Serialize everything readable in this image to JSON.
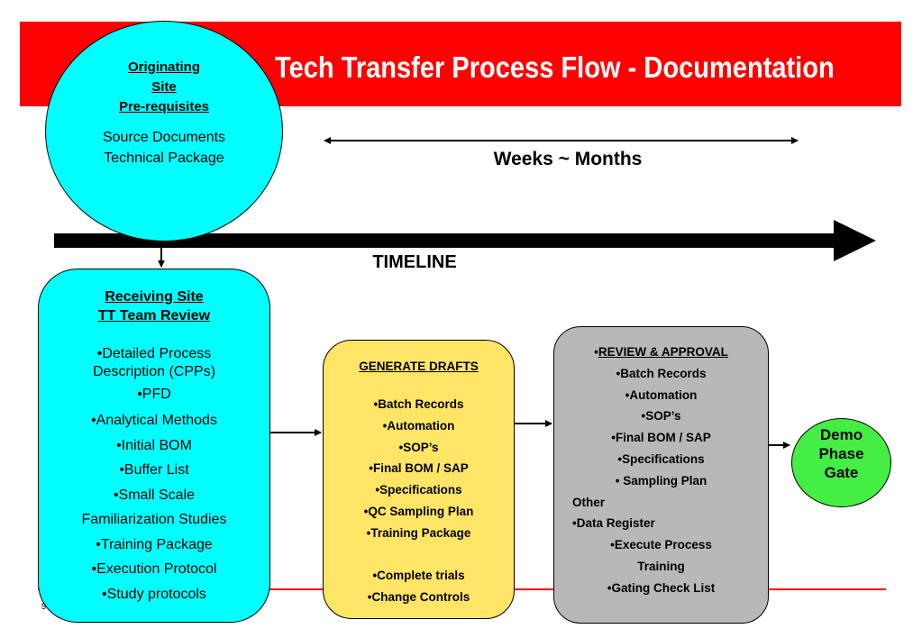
{
  "title": "Tech Transfer Process Flow - Documentation",
  "colors": {
    "banner": "#ff0000",
    "origin_circle": "#00ffff",
    "receiving_box": "#00ffff",
    "drafts_box": "#ffe566",
    "review_box": "#b8b8b8",
    "demo_circle": "#44ee44"
  },
  "origin": {
    "heading": [
      "Originating",
      "Site",
      "Pre-requisites"
    ],
    "items": [
      "Source Documents",
      "Technical Package"
    ]
  },
  "duration_label": "Weeks ~ Months",
  "timeline_label": "TIMELINE",
  "receiving": {
    "heading": [
      "Receiving Site",
      "TT Team Review"
    ],
    "items": [
      "•Detailed Process",
      "Description (CPPs)",
      "•PFD",
      "•Analytical Methods",
      "•Initial BOM",
      "•Buffer List",
      "•Small Scale",
      "Familiarization Studies",
      "•Training Package",
      "•Execution Protocol",
      "•Study protocols"
    ]
  },
  "drafts": {
    "heading": "GENERATE DRAFTS",
    "items": [
      "•Batch Records",
      "•Automation",
      "•SOP’s",
      "•Final BOM / SAP",
      "•Specifications",
      "•QC Sampling Plan",
      "•Training Package",
      "",
      "•Complete trials",
      "•Change Controls"
    ]
  },
  "review": {
    "bullet": "•",
    "heading": "REVIEW & APPROVAL",
    "items": [
      "•Batch Records",
      "•Automation",
      "•SOP’s",
      "•Final BOM / SAP",
      "•Specifications",
      "• Sampling Plan"
    ],
    "other_label": "Other",
    "other_items": [
      "•Data Register"
    ],
    "more_items": [
      "•Execute Process",
      "Training",
      "•Gating Check List"
    ]
  },
  "demo_gate": [
    "Demo",
    "Phase",
    "Gate"
  ],
  "page_number": "5"
}
